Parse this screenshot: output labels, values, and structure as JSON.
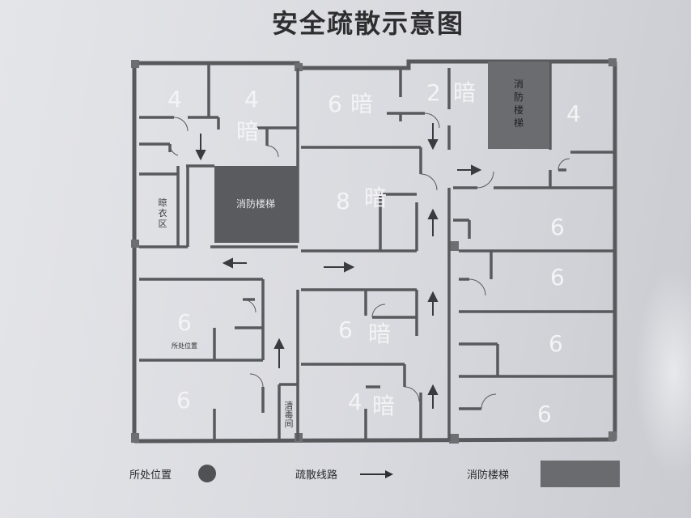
{
  "title": "安全疏散示意图",
  "rooms": [
    {
      "id": "r1",
      "number": "4",
      "dark": ""
    },
    {
      "id": "r2",
      "number": "4",
      "dark": "暗"
    },
    {
      "id": "r3",
      "number": "6",
      "dark": "暗"
    },
    {
      "id": "r4",
      "number": "2",
      "dark": "暗"
    },
    {
      "id": "r5",
      "number": "4",
      "dark": ""
    },
    {
      "id": "r6",
      "number": "8",
      "dark": "暗"
    },
    {
      "id": "r7",
      "number": "6",
      "dark": ""
    },
    {
      "id": "r8",
      "number": "6",
      "dark": ""
    },
    {
      "id": "r9",
      "number": "6",
      "dark": ""
    },
    {
      "id": "r10",
      "number": "6",
      "dark": "暗"
    },
    {
      "id": "r11",
      "number": "6",
      "dark": ""
    },
    {
      "id": "r12",
      "number": "6",
      "dark": ""
    },
    {
      "id": "r13",
      "number": "4",
      "dark": "暗"
    },
    {
      "id": "r14",
      "number": "6",
      "dark": ""
    }
  ],
  "labels": {
    "stair_center": "消防楼梯",
    "stair_top": "消防楼梯",
    "changing_room": "晾衣区",
    "location": "所处位置",
    "cleaning_room": "清毒间"
  },
  "legend": {
    "location": "所处位置",
    "route": "疏散线路",
    "stair": "消防楼梯"
  }
}
